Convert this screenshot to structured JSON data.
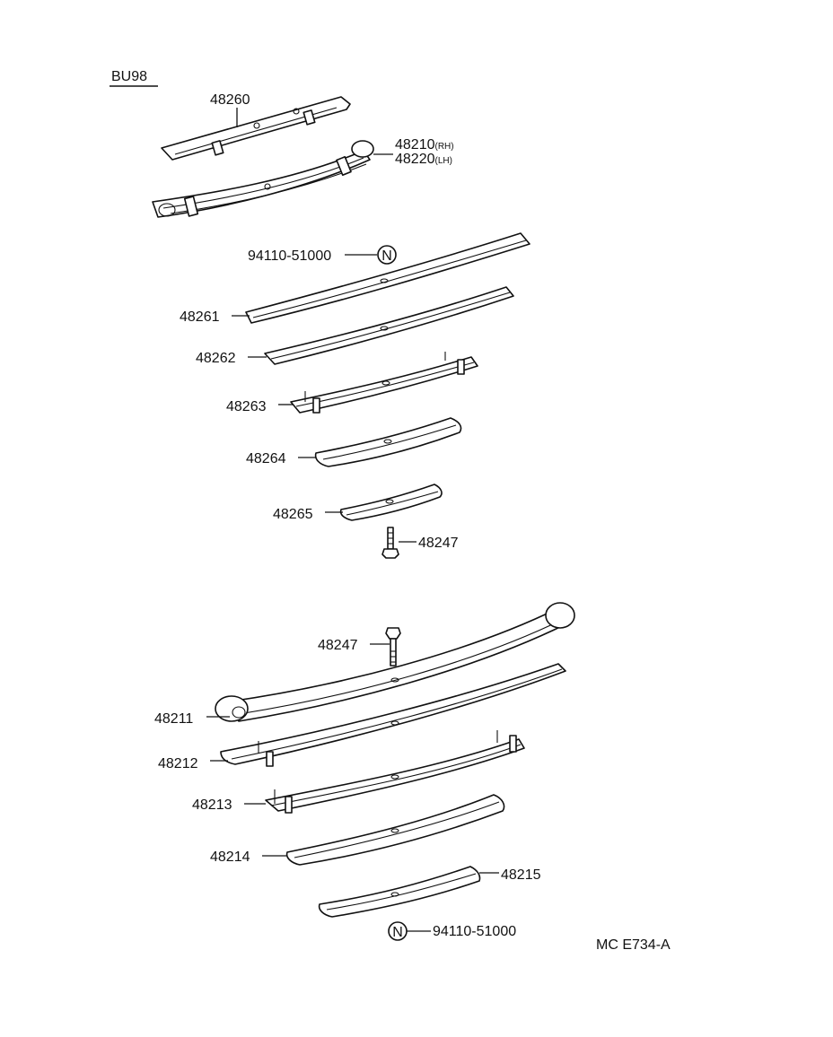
{
  "model_code": "BU98",
  "diagram_code": "MC E734-A",
  "parts": {
    "p48260": "48260",
    "p48210": "48210",
    "p48210_side": "(RH)",
    "p48220": "48220",
    "p48220_side": "(LH)",
    "p94110_top": "94110-51000",
    "p48261": "48261",
    "p48262": "48262",
    "p48263": "48263",
    "p48264": "48264",
    "p48265": "48265",
    "p48247_top": "48247",
    "p48247_bottom": "48247",
    "p48211": "48211",
    "p48212": "48212",
    "p48213": "48213",
    "p48214": "48214",
    "p48215": "48215",
    "p94110_bottom": "94110-51000"
  },
  "new_part_symbol": "N"
}
